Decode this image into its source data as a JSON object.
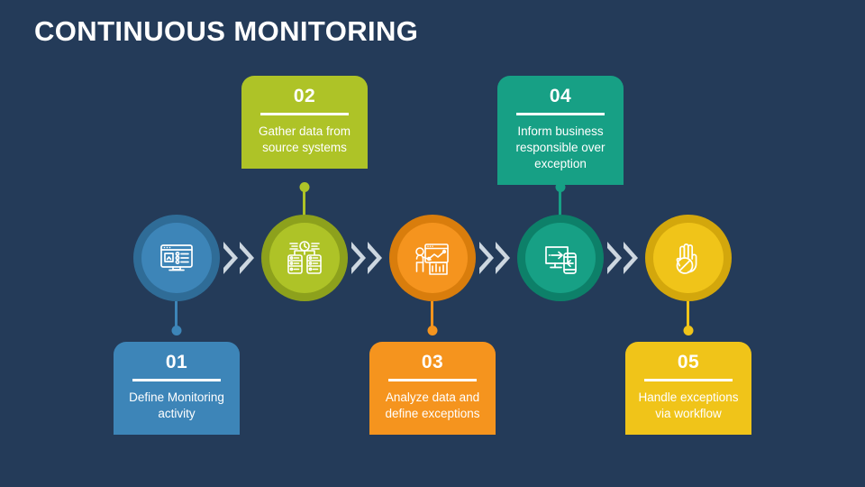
{
  "slide": {
    "title": "CONTINUOUS MONITORING",
    "background_color": "#243b59",
    "arrow_color": "#cdd7e0"
  },
  "steps": [
    {
      "number": "01",
      "description": "Define Monitoring activity",
      "position": "bottom",
      "color": "#3d85b8",
      "ring_color": "#2f6c97",
      "icon": "desktop-dashboard-icon"
    },
    {
      "number": "02",
      "description": "Gather data from source systems",
      "position": "top",
      "color": "#aec327",
      "ring_color": "#8da11c",
      "icon": "server-sync-icon"
    },
    {
      "number": "03",
      "description": "Analyze data and define exceptions",
      "position": "bottom",
      "color": "#f5941e",
      "ring_color": "#d97d0c",
      "icon": "analytics-presenter-icon"
    },
    {
      "number": "04",
      "description": "Inform business responsible over exception",
      "position": "top",
      "color": "#17a085",
      "ring_color": "#0d8069",
      "icon": "device-transfer-icon"
    },
    {
      "number": "05",
      "description": "Handle exceptions via workflow",
      "position": "bottom",
      "color": "#f0c419",
      "ring_color": "#d3a70c",
      "icon": "hand-stop-icon"
    }
  ],
  "connectors": {
    "arrow_glyph": "double-chevron-right"
  }
}
